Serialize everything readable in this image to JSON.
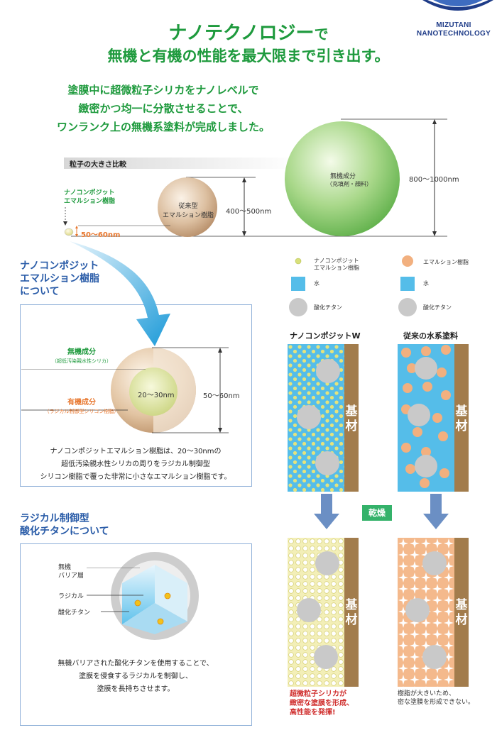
{
  "brand": {
    "line1": "MIZUTANI",
    "line2": "NANOTECHNOLOGY"
  },
  "headline": {
    "main": "ナノテクノロジー",
    "particle": "で",
    "sub": "無機と有機の性能を最大限まで引き出す。"
  },
  "lead": [
    "塗膜中に超微粒子シリカをナノレベルで",
    "緻密かつ均一に分散させることで、",
    "ワンランク上の無機系塗料が完成しました。"
  ],
  "size_comparison": {
    "title": "粒子の大きさ比較",
    "nano_label": [
      "ナノコンポジット",
      "エマルション樹脂"
    ],
    "nano_size": "50〜60nm",
    "conventional_label": [
      "従来型",
      "エマルション樹脂"
    ],
    "conventional_size": "400〜500nm",
    "inorganic_label": [
      "無機成分",
      "（充填剤・顔料）"
    ],
    "inorganic_size": "800〜1000nm"
  },
  "nano_section": {
    "title": [
      "ナノコンポジット",
      "エマルション樹脂",
      "について"
    ],
    "inorganic_label": "無機成分",
    "inorganic_sub": "（超低汚染親水性シリカ）",
    "organic_label": "有機成分",
    "organic_sub": "（ラジカル制御型シリコン樹脂）",
    "core_size": "20〜30nm",
    "outer_size": "50〜60nm",
    "description": [
      "ナノコンポジットエマルション樹脂は、20〜30nmの",
      "超低汚染親水性シリカの周りをラジカル制御型",
      "シリコン樹脂で覆った非常に小さなエマルション樹脂です。"
    ]
  },
  "radical_section": {
    "title": [
      "ラジカル制御型",
      "酸化チタンについて"
    ],
    "labels": {
      "barrier": [
        "無機",
        "バリア層"
      ],
      "radical": "ラジカル",
      "titanium": "酸化チタン"
    },
    "description": [
      "無機バリアされた酸化チタンを使用することで、",
      "塗膜を侵食するラジカルを制御し、",
      "塗膜を長持ちさせます。"
    ]
  },
  "comparison": {
    "left": {
      "legend": {
        "resin": [
          "ナノコンポジット",
          "エマルション樹脂"
        ],
        "water": "水",
        "titanium": "酸化チタン"
      },
      "title": "ナノコンポジットW",
      "base": [
        "基",
        "材"
      ],
      "result": [
        "超微粒子シリカが",
        "緻密な塗膜を形成、",
        "高性能を発揮!"
      ]
    },
    "right": {
      "legend": {
        "resin": "エマルション樹脂",
        "water": "水",
        "titanium": "酸化チタン"
      },
      "title": "従来の水系塗料",
      "base": [
        "基",
        "材"
      ],
      "result": [
        "樹脂が大きいため、",
        "密な塗膜を形成できない。"
      ]
    },
    "dry_label": "乾燥"
  },
  "colors": {
    "green": "#1e9a3d",
    "blue": "#2a5ca8",
    "water": "#55bde9",
    "substrate": "#a27c4c",
    "emulsion": "#f2b07f",
    "nano": "#d8e07a",
    "titanium": "#c9c9c9",
    "red": "#d0302f"
  }
}
